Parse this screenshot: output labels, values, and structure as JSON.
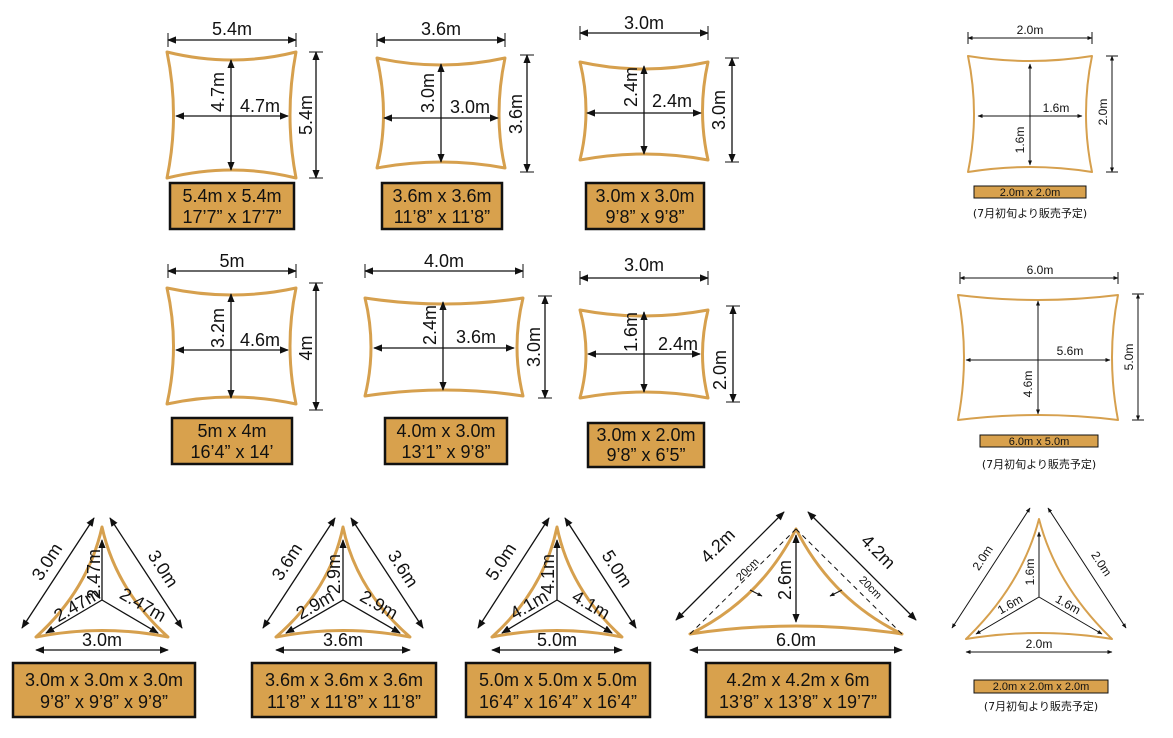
{
  "rows": {
    "row1": [
      {
        "top": "5.4m",
        "side": "5.4m",
        "inner_v": "4.7m",
        "inner_h": "4.7m",
        "label1": "5.4m x 5.4m",
        "label2": "17’7” x 17’7”"
      },
      {
        "top": "3.6m",
        "side": "3.6m",
        "inner_v": "3.0m",
        "inner_h": "3.0m",
        "label1": "3.6m x 3.6m",
        "label2": "11’8” x 11’8”"
      },
      {
        "top": "3.0m",
        "side": "3.0m",
        "inner_v": "2.4m",
        "inner_h": "2.4m",
        "label1": "3.0m x 3.0m",
        "label2": "9’8” x 9’8”"
      }
    ],
    "row2": [
      {
        "top": "5m",
        "side": "4m",
        "inner_v": "3.2m",
        "inner_h": "4.6m",
        "label1": "5m x 4m",
        "label2": "16’4” x 14’"
      },
      {
        "top": "4.0m",
        "side": "3.0m",
        "inner_v": "2.4m",
        "inner_h": "3.6m",
        "label1": "4.0m x 3.0m",
        "label2": "13’1” x 9’8”"
      },
      {
        "top": "3.0m",
        "side": "2.0m",
        "inner_v": "1.6m",
        "inner_h": "2.4m",
        "label1": "3.0m x 2.0m",
        "label2": "9’8” x 6’5”"
      }
    ],
    "triangles": [
      {
        "left": "3.0m",
        "right": "3.0m",
        "bottom": "3.0m",
        "in1": "2.47m",
        "in2": "2.47m",
        "in3": "2.47m",
        "label1": "3.0m x 3.0m x 3.0m",
        "label2": "9’8” x 9’8” x 9’8”"
      },
      {
        "left": "3.6m",
        "right": "3.6m",
        "bottom": "3.6m",
        "in1": "2.9m",
        "in2": "2.9m",
        "in3": "2.9m",
        "label1": "3.6m x 3.6m x 3.6m",
        "label2": "11’8” x 11’8” x 11’8”"
      },
      {
        "left": "5.0m",
        "right": "5.0m",
        "bottom": "5.0m",
        "in1": "4.1m",
        "in2": "4.1m",
        "in3": "4.1m",
        "label1": "5.0m x 5.0m x 5.0m",
        "label2": "16’4” x 16’4” x 16’4”"
      }
    ],
    "right_tri": {
      "left": "4.2m",
      "right": "4.2m",
      "bottom": "6.0m",
      "height": "2.6m",
      "off1": "20cm",
      "off2": "20cm",
      "label1": "4.2m x 4.2m x 6m",
      "label2": "13’8” x 13’8” x 19’7”"
    }
  },
  "right_col": {
    "sq2": {
      "top": "2.0m",
      "side": "2.0m",
      "inner_h": "1.6m",
      "inner_v": "1.6m",
      "label": "2.0m x 2.0m",
      "note": "(7月初旬より販売予定)"
    },
    "rect65": {
      "top": "6.0m",
      "side": "5.0m",
      "inner_h": "5.6m",
      "inner_v": "4.6m",
      "label": "6.0m x 5.0m",
      "note": "(7月初旬より販売予定)"
    },
    "tri2": {
      "left": "2.0m",
      "right": "2.0m",
      "bottom": "2.0m",
      "in1": "1.6m",
      "in2": "1.6m",
      "in3": "1.6m",
      "label": "2.0m x 2.0m x 2.0m",
      "note": "(7月初旬より販売予定)"
    }
  }
}
